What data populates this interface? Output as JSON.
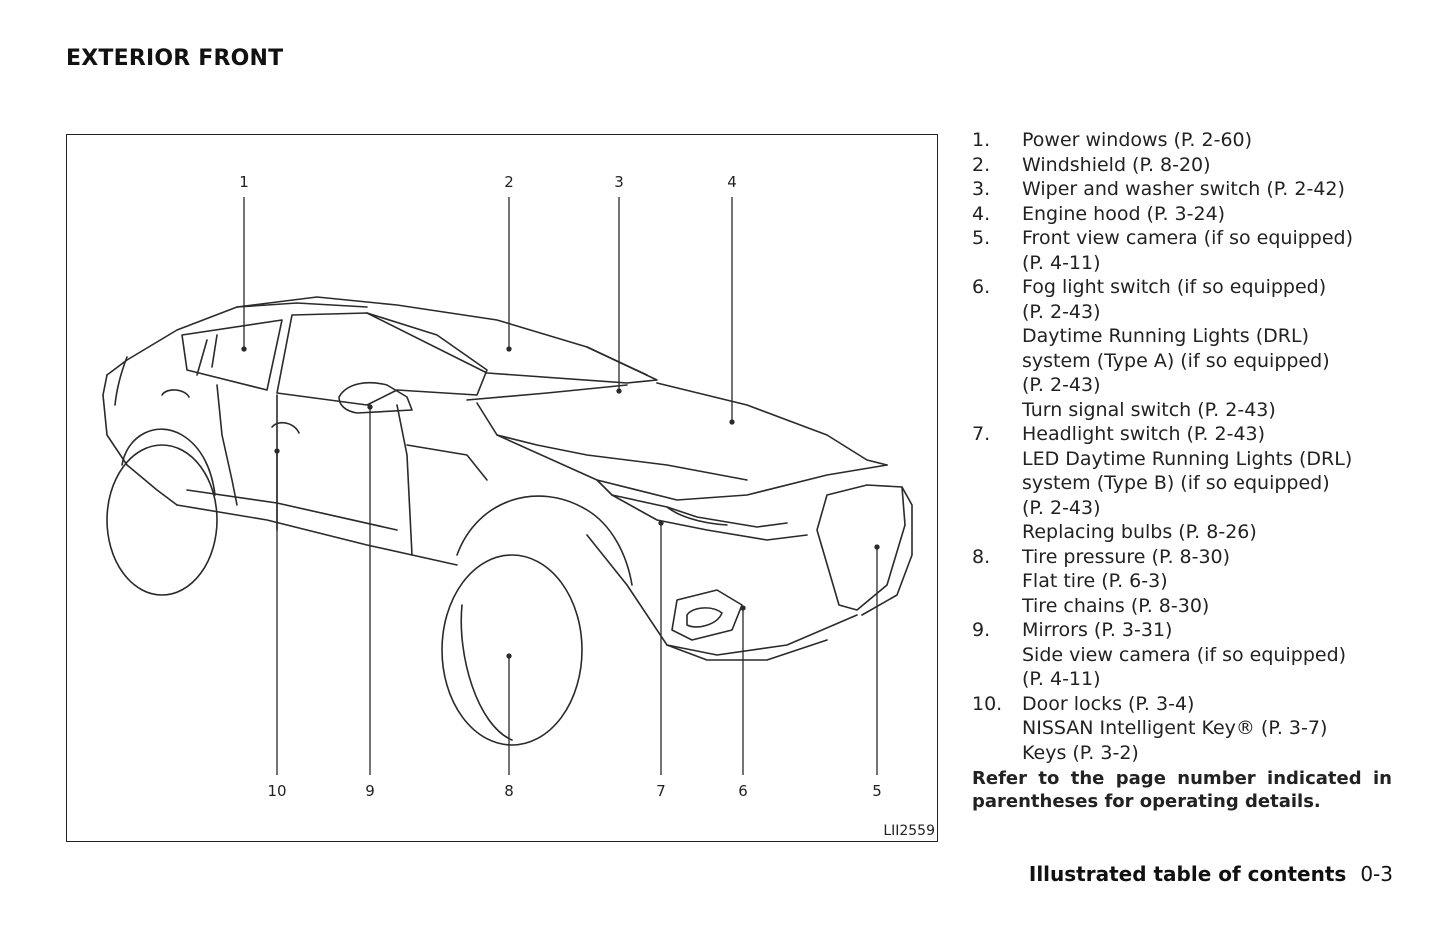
{
  "page_title": "EXTERIOR FRONT",
  "figure": {
    "code": "LII2559",
    "callouts": [
      "1",
      "2",
      "3",
      "4",
      "5",
      "6",
      "7",
      "8",
      "9",
      "10"
    ]
  },
  "items": [
    {
      "num": "1.",
      "lines": [
        "Power windows (P. 2-60)"
      ]
    },
    {
      "num": "2.",
      "lines": [
        "Windshield (P. 8-20)"
      ]
    },
    {
      "num": "3.",
      "lines": [
        "Wiper and washer switch (P. 2-42)"
      ]
    },
    {
      "num": "4.",
      "lines": [
        "Engine hood (P. 3-24)"
      ]
    },
    {
      "num": "5.",
      "lines": [
        "Front view camera (if so equipped)",
        "(P. 4-11)"
      ]
    },
    {
      "num": "6.",
      "lines": [
        "Fog light switch (if so equipped)",
        "(P. 2-43)",
        "Daytime Running Lights (DRL)",
        "system (Type A) (if so equipped)",
        "(P. 2-43)",
        "Turn signal switch (P. 2-43)"
      ]
    },
    {
      "num": "7.",
      "lines": [
        "Headlight switch (P. 2-43)",
        "LED Daytime Running Lights (DRL)",
        "system (Type B) (if so equipped)",
        "(P. 2-43)",
        "Replacing bulbs (P. 8-26)"
      ]
    },
    {
      "num": "8.",
      "lines": [
        "Tire pressure (P. 8-30)",
        "Flat tire (P. 6-3)",
        "Tire chains (P. 8-30)"
      ]
    },
    {
      "num": "9.",
      "lines": [
        "Mirrors (P. 3-31)",
        "Side view camera (if so equipped)",
        "(P. 4-11)"
      ]
    },
    {
      "num": "10.",
      "lines": [
        "Door locks (P. 3-4)",
        "NISSAN Intelligent Key® (P. 3-7)",
        "Keys (P. 3-2)"
      ]
    }
  ],
  "note": "Refer to the page number indicated in parentheses for operating details.",
  "footer": {
    "section": "Illustrated table of contents",
    "page": "0-3"
  }
}
